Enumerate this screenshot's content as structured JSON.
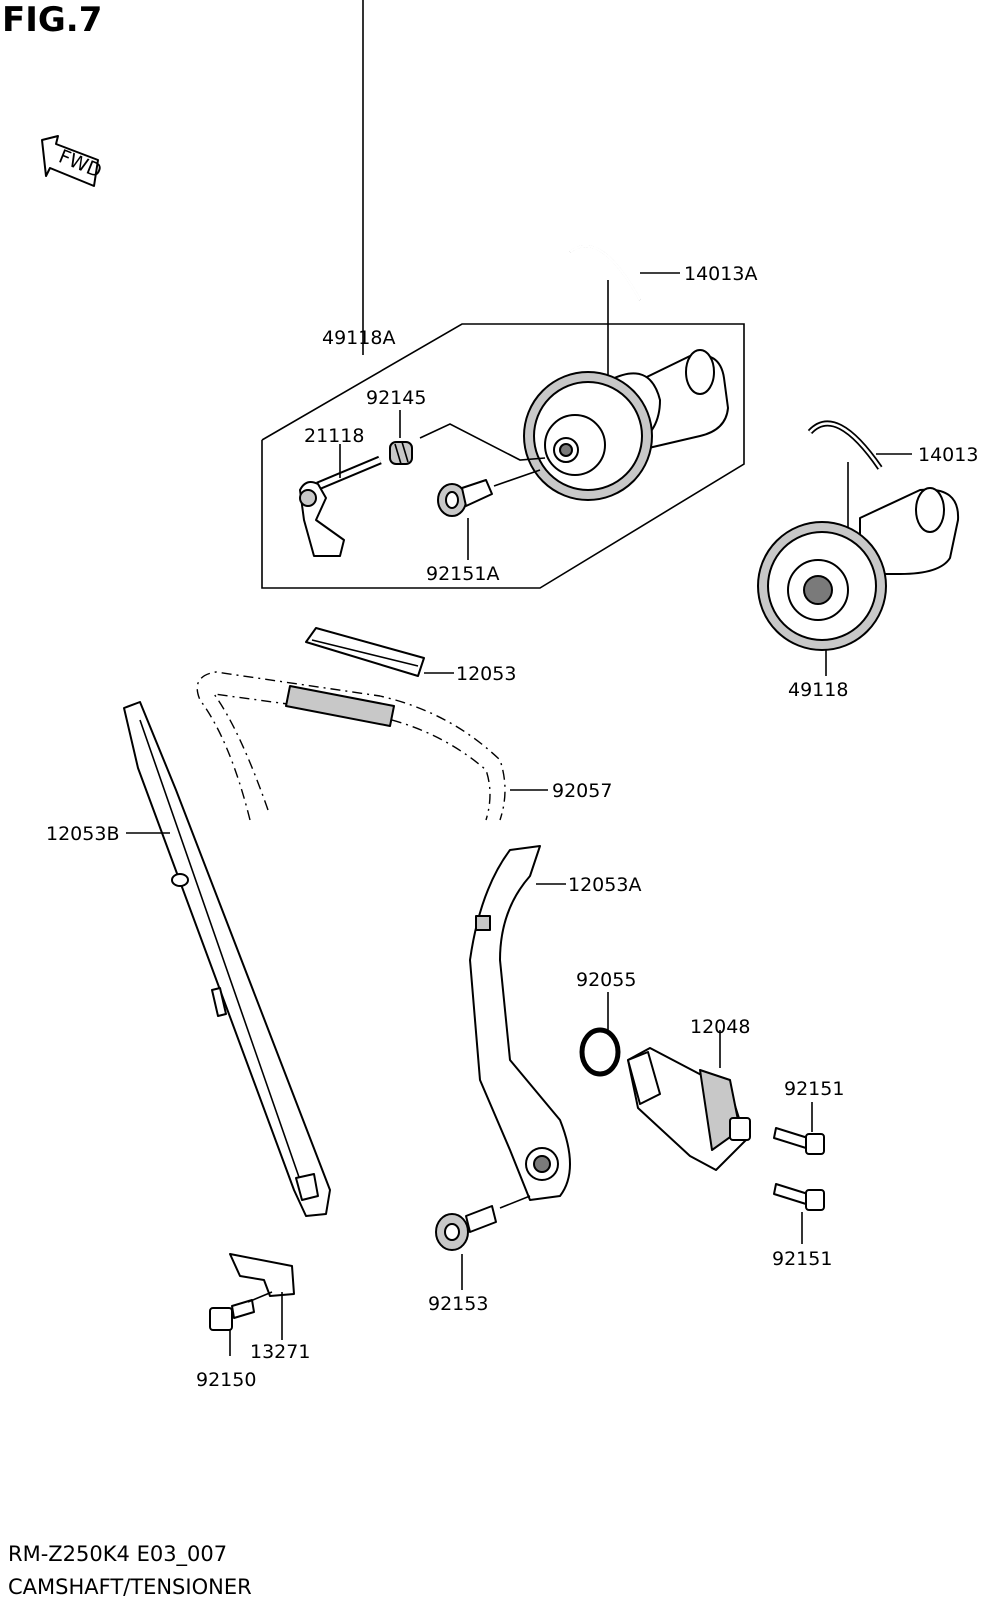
{
  "figure": {
    "title": "FIG.7",
    "fwd_label": "FWD"
  },
  "footer": {
    "model": "RM-Z250K4 E03_007",
    "subtitle": "CAMSHAFT/TENSIONER"
  },
  "labels": {
    "p14013A": "14013A",
    "p49118A": "49118A",
    "p92145": "92145",
    "p21118": "21118",
    "p92151A": "92151A",
    "p14013": "14013",
    "p49118": "49118",
    "p12053": "12053",
    "p92057": "92057",
    "p12053B": "12053B",
    "p12053A": "12053A",
    "p92055": "92055",
    "p12048": "12048",
    "p92151_top": "92151",
    "p92151_bottom": "92151",
    "p92153": "92153",
    "p13271": "13271",
    "p92150": "92150"
  }
}
